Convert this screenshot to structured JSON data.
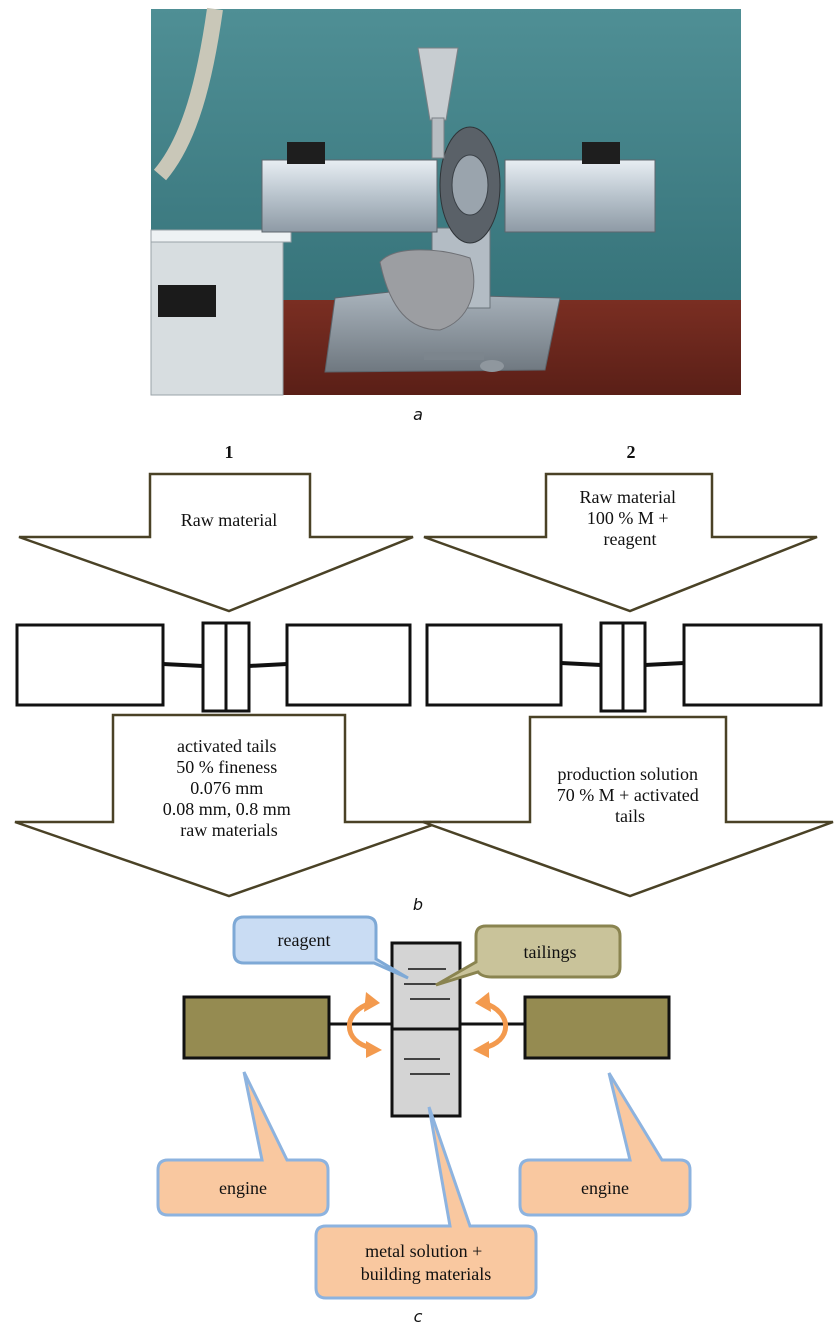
{
  "captions": {
    "a": "a",
    "b": "b",
    "c": "c"
  },
  "photo": {
    "description_icon": "ball-mill-photo"
  },
  "scheme_b": {
    "left": {
      "number": "1",
      "input_lines": [
        "Raw material"
      ],
      "output_lines": [
        "activated tails",
        "50 % fineness",
        "0.076 mm",
        "0.08 mm, 0.8 mm",
        "raw materials"
      ]
    },
    "right": {
      "number": "2",
      "input_lines": [
        "Raw material",
        "100 % M +",
        "reagent"
      ],
      "output_lines": [
        "production solution",
        "70 % M + activated",
        "tails"
      ]
    }
  },
  "scheme_c": {
    "reagent": "reagent",
    "tailings": "tailings",
    "engine_left": "engine",
    "engine_right": "engine",
    "metal_lines": [
      "metal solution +",
      "building materials"
    ]
  },
  "colors": {
    "arrow_outline": "#4a4226",
    "engine_fill": "#958b51",
    "reagent_fill": "#c9dcf3",
    "reagent_border": "#7ea9d6",
    "tailings_fill": "#c9c39a",
    "tailings_border": "#8a8450",
    "engine_callout_fill": "#f9c8a0",
    "engine_callout_border": "#8db3df",
    "drum_fill": "#d4d4d4",
    "rotation_arrow": "#f39a4e"
  }
}
